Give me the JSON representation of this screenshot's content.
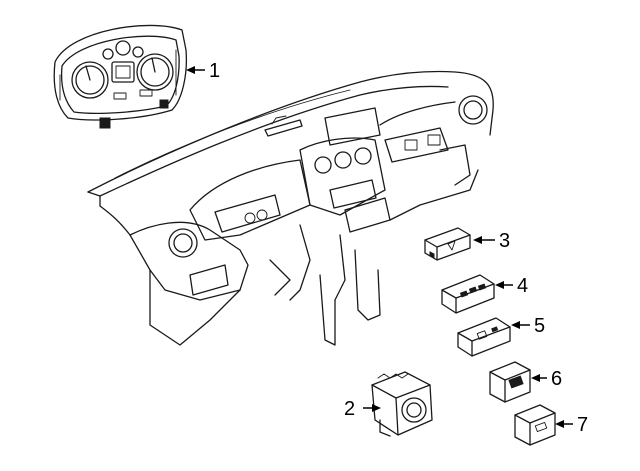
{
  "callouts": [
    "1",
    "2",
    "3",
    "4",
    "5",
    "6",
    "7"
  ],
  "colors": {
    "line": "#1a1a1a",
    "background": "#ffffff"
  },
  "icons": {
    "instrument_cluster": "instrument-cluster-icon",
    "dashboard": "dashboard-icon",
    "headlamp_switch": "headlamp-switch-icon",
    "hazard_switch": "hazard-switch-icon",
    "rocker_switches": "rocker-switch-icon"
  }
}
